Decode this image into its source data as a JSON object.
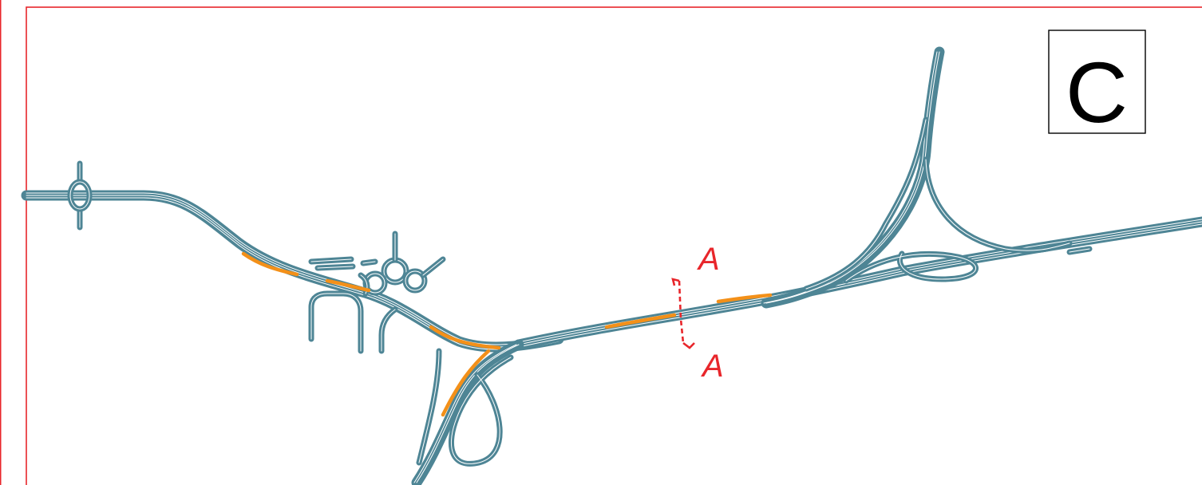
{
  "sheet": {
    "letter": "C",
    "section_marker": {
      "top_label": "A",
      "bottom_label": "A"
    }
  },
  "colors": {
    "frame": "#e8262b",
    "road": "#4e8595",
    "highlight": "#f39019",
    "section": "#e8262b",
    "letter_box": "#000000"
  }
}
